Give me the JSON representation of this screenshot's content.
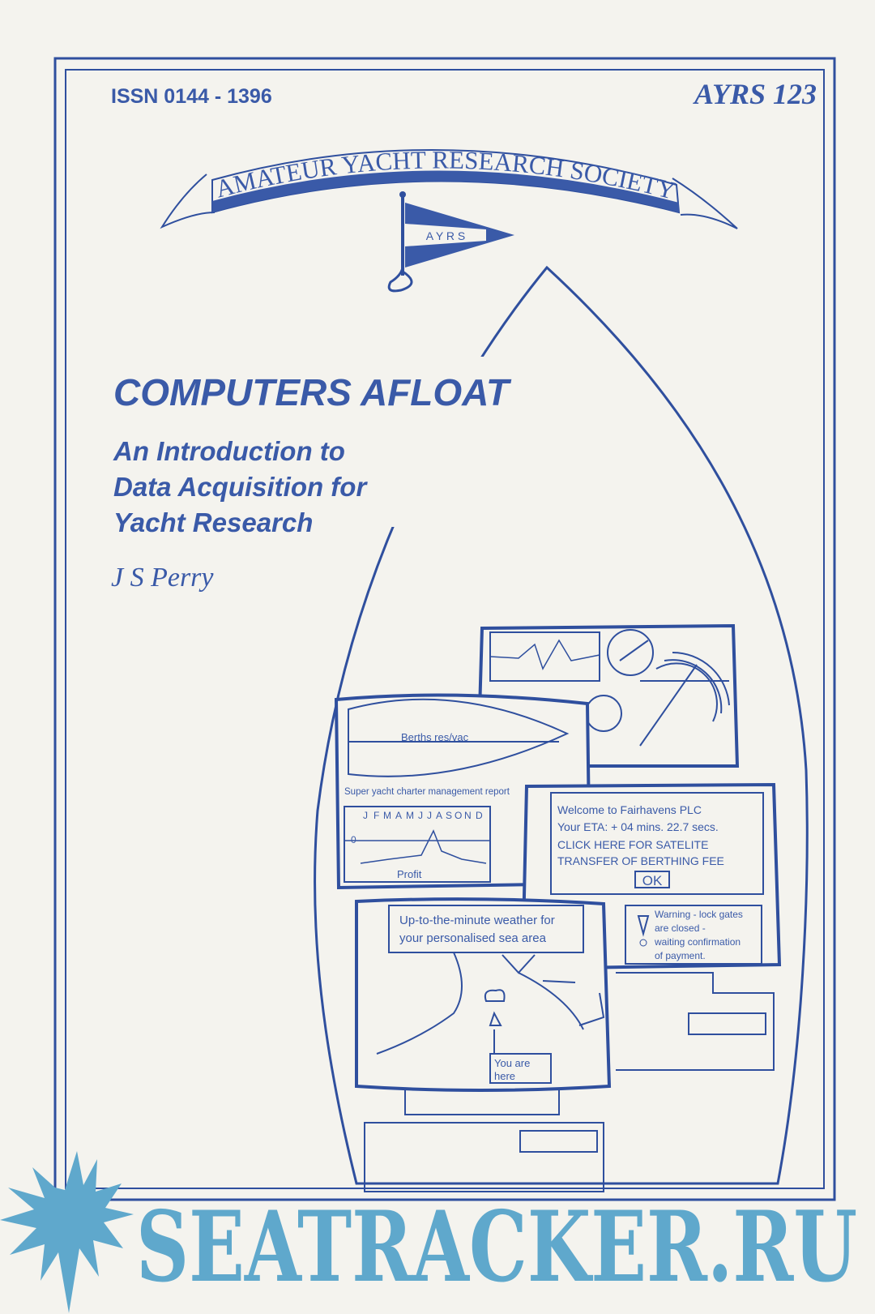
{
  "cover": {
    "issn": "ISSN 0144 - 1396",
    "series": "AYRS 123",
    "society": "AMATEUR YACHT RESEARCH SOCIETY",
    "flag": "A Y R S",
    "title": "COMPUTERS AFLOAT",
    "subtitle_lines": [
      "An Introduction to",
      "Data Acquisition for",
      "Yacht Research"
    ],
    "author": "J S Perry"
  },
  "illustration": {
    "berths_label": "Berths res/vac",
    "report_title": "Super yacht charter management report",
    "months": [
      "J",
      "F",
      "M",
      "A",
      "M",
      "J",
      "J",
      "A",
      "S",
      "O",
      "N",
      "D"
    ],
    "zero_label": "0",
    "profit_label": "Profit",
    "welcome_lines": [
      "Welcome to Fairhavens PLC",
      "Your ETA:  + 04 mins. 22.7 secs.",
      "CLICK HERE FOR SATELITE",
      "TRANSFER OF BERTHING FEE"
    ],
    "ok_label": "OK",
    "warning_lines": [
      "Warning - lock gates",
      "are closed -",
      "waiting confirmation",
      "of payment."
    ],
    "weather_lines": [
      "Up-to-the-minute weather for",
      "your personalised sea area"
    ],
    "you_are_here": [
      "You are",
      "here"
    ]
  },
  "watermark": "SEATRACKER.RU",
  "colors": {
    "ink": "#2f4f9e",
    "watermark": "#5fa8cc",
    "paper": "#f4f3ee"
  }
}
